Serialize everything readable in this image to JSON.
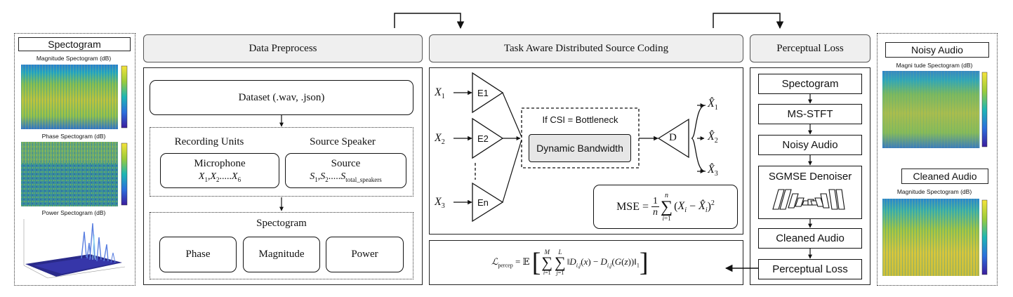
{
  "left_panel": {
    "title": "Spectogram",
    "magnitude_caption": "Magnitude Spectogram (dB)",
    "phase_caption": "Phase Spectogram (dB)",
    "power_caption": "Power Spectogram (dB)"
  },
  "data_preprocess": {
    "header": "Data Preprocess",
    "dataset": "Dataset (.wav, .json)",
    "recording_units": "Recording Units",
    "source_speaker": "Source Speaker",
    "microphone": "Microphone",
    "source": "Source",
    "spectogram": "Spectogram",
    "phase": "Phase",
    "magnitude": "Magnitude",
    "power": "Power"
  },
  "tadsc": {
    "header": "Task Aware Distributed Source Coding",
    "encoders": [
      "E1",
      "E2",
      "En"
    ],
    "inputs": [
      "X",
      "X",
      "X"
    ],
    "input_subs": [
      "1",
      "2",
      "3"
    ],
    "csi_label": "If CSI = Bottleneck",
    "dynamic_bandwidth": "Dynamic Bandwidth",
    "decoder": "D",
    "outputs_subs": [
      "1",
      "2",
      "3"
    ],
    "mse_label": "MSE"
  },
  "perceptual": {
    "header": "Perceptual Loss",
    "steps": [
      "Spectogram",
      "MS-STFT",
      "Noisy Audio",
      "SGMSE Denoiser",
      "Cleaned Audio",
      "Perceptual Loss"
    ]
  },
  "right_panel": {
    "noisy_title": "Noisy Audio",
    "noisy_caption": "Magni tude Spectogram (dB)",
    "cleaned_title": "Cleaned Audio",
    "cleaned_caption": "Magnitude Spectogram (dB)"
  },
  "colors": {
    "header_bg": "#efefef",
    "db_fill": "#e6e6e6",
    "line": "#111111"
  },
  "icons": [
    "arrow-icon",
    "encoder-triangle-icon",
    "decoder-triangle-icon",
    "unet-icon",
    "spectrogram-icon",
    "surface-plot-icon"
  ]
}
